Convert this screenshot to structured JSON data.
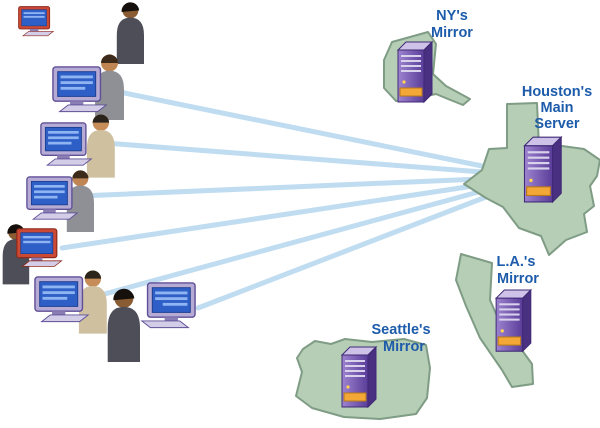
{
  "nodes": {
    "ny": {
      "label_line1": "NY's",
      "label_line2": "Mirror"
    },
    "houston": {
      "label_line1": "Houston's",
      "label_line2": "Main",
      "label_line3": "Server"
    },
    "la": {
      "label_line1": "L.A.'s",
      "label_line2": "Mirror"
    },
    "seattle": {
      "label_line1": "Seattle's",
      "label_line2": "Mirror"
    }
  },
  "colors": {
    "label_text": "#1d5caa",
    "connection_line": "#b9d9f0",
    "state_fill": "#b7ceb6",
    "state_stroke": "#7f9c85",
    "server_body": "#6c4ca8",
    "server_accent": "#f2a736",
    "monitor_screen": "#2e5fc7"
  }
}
